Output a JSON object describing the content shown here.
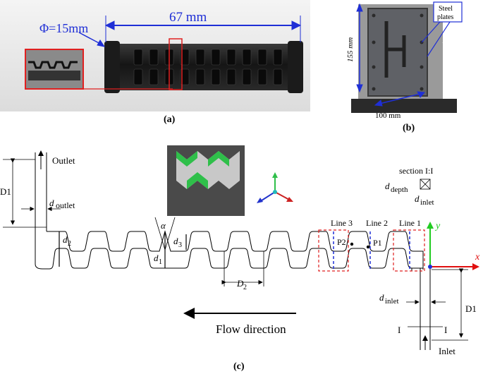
{
  "panel_a": {
    "diameter_label": "Φ=15mm",
    "length_label": "67 mm",
    "caption": "(a)"
  },
  "panel_b": {
    "height_label": "155 mm",
    "width_label": "100 mm",
    "steel_plates_label_line1": "Steel",
    "steel_plates_label_line2": "plates",
    "caption": "(b)"
  },
  "panel_c": {
    "outlet_label": "Outlet",
    "d1_label": "D1",
    "d_outlet_label": "d",
    "d_outlet_sub": "outlet",
    "d2_label": "d",
    "d2_sub": "2",
    "d1_small_label": "d",
    "d1_small_sub": "1",
    "d3_label": "d",
    "d3_sub": "3",
    "alpha_label": "α",
    "D2_label": "D",
    "D2_sub": "2",
    "line3_label": "Line 3",
    "line2_label": "Line 2",
    "line1_label": "Line 1",
    "p2_label": "P2",
    "p1_label": "P1",
    "y_axis_label": "y",
    "x_axis_label": "x",
    "section_label": "section I:I",
    "d_depth_label": "d",
    "d_depth_sub": "depth",
    "d_inlet_label": "d",
    "d_inlet_sub": "inlet",
    "d_inlet_label2": "d",
    "d_inlet_sub2": "inlet",
    "d1_right_label": "D1",
    "section_i_left": "I",
    "section_i_right": "I",
    "inlet_label": "Inlet",
    "flow_label": "Flow direction",
    "caption": "(c)"
  },
  "colors": {
    "annotation_blue": "#1f2fd6",
    "highlight_red": "#e02020",
    "axis_green": "#22cc22",
    "axis_red": "#e01010"
  }
}
